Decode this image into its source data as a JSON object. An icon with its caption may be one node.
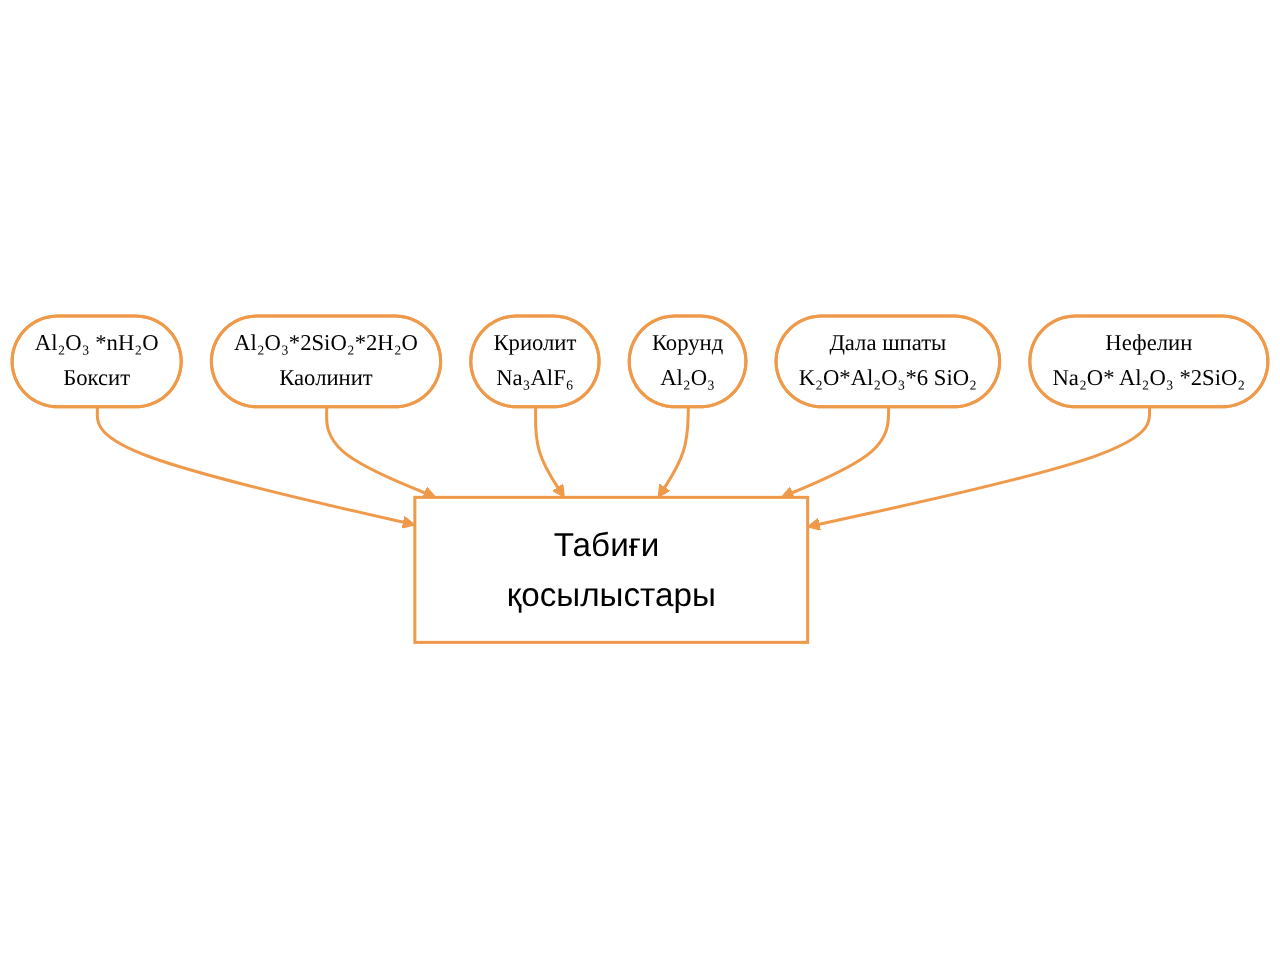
{
  "diagram": {
    "nodes": [
      {
        "text": [
          "Al₂O₃ *nH₂O",
          "Боксит"
        ]
      },
      {
        "text": [
          "Al₂O₃*2SiO₂*2H₂O",
          "Каолинит"
        ]
      },
      {
        "text": [
          "Криолит",
          "Na₃AlF₆"
        ]
      },
      {
        "text": [
          "Табиғи қосылыстары"
        ]
      },
      {
        "text": [
          "Корунд",
          "Al₂O₃"
        ]
      },
      {
        "text": [
          "Дала шпаты",
          "K₂O*Al₂O₃*6 SiO₂"
        ]
      },
      {
        "text": [
          "Нефелин",
          "Na₂O* Al₂O₃ *2SiO₂"
        ]
      }
    ],
    "edges": [
      {
        "from": 0,
        "to": 3,
        "arrow": "to"
      },
      {
        "from": 1,
        "to": 3,
        "arrow": "to"
      },
      {
        "from": 2,
        "to": 3,
        "arrow": "to"
      },
      {
        "from": 4,
        "to": 3,
        "arrow": "to"
      },
      {
        "from": 5,
        "to": 3,
        "arrow": "to"
      },
      {
        "from": 6,
        "to": 3,
        "arrow": "to"
      }
    ]
  }
}
